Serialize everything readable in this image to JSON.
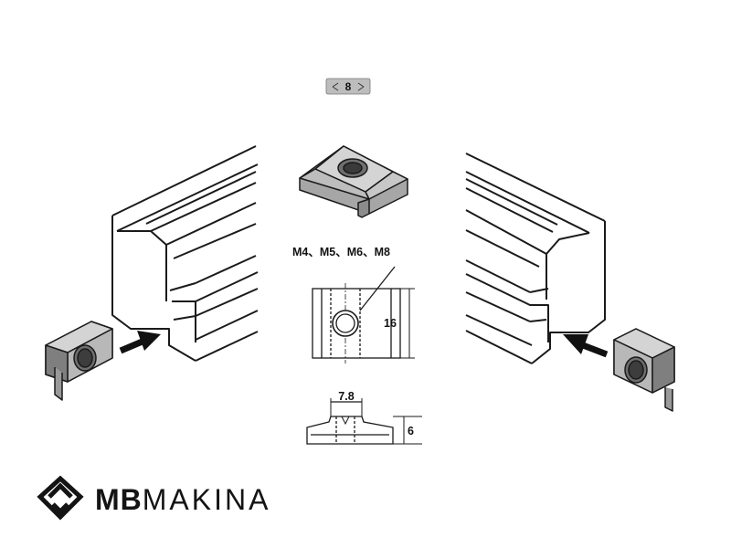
{
  "profile_size_badge": "8",
  "thread_sizes_label": "M4、M5、M6、M8",
  "dimension_height_label": "16",
  "dimension_width_label": "7.8",
  "dimension_thickness_label": "6",
  "brand": {
    "part1": "MB",
    "part2": "MAKINA"
  },
  "colors": {
    "line": "#1a1a1a",
    "nut_face": "#c9c9c9",
    "nut_dark": "#8a8a8a",
    "badge_bg": "#bdbdbd",
    "arrow": "#111111"
  }
}
